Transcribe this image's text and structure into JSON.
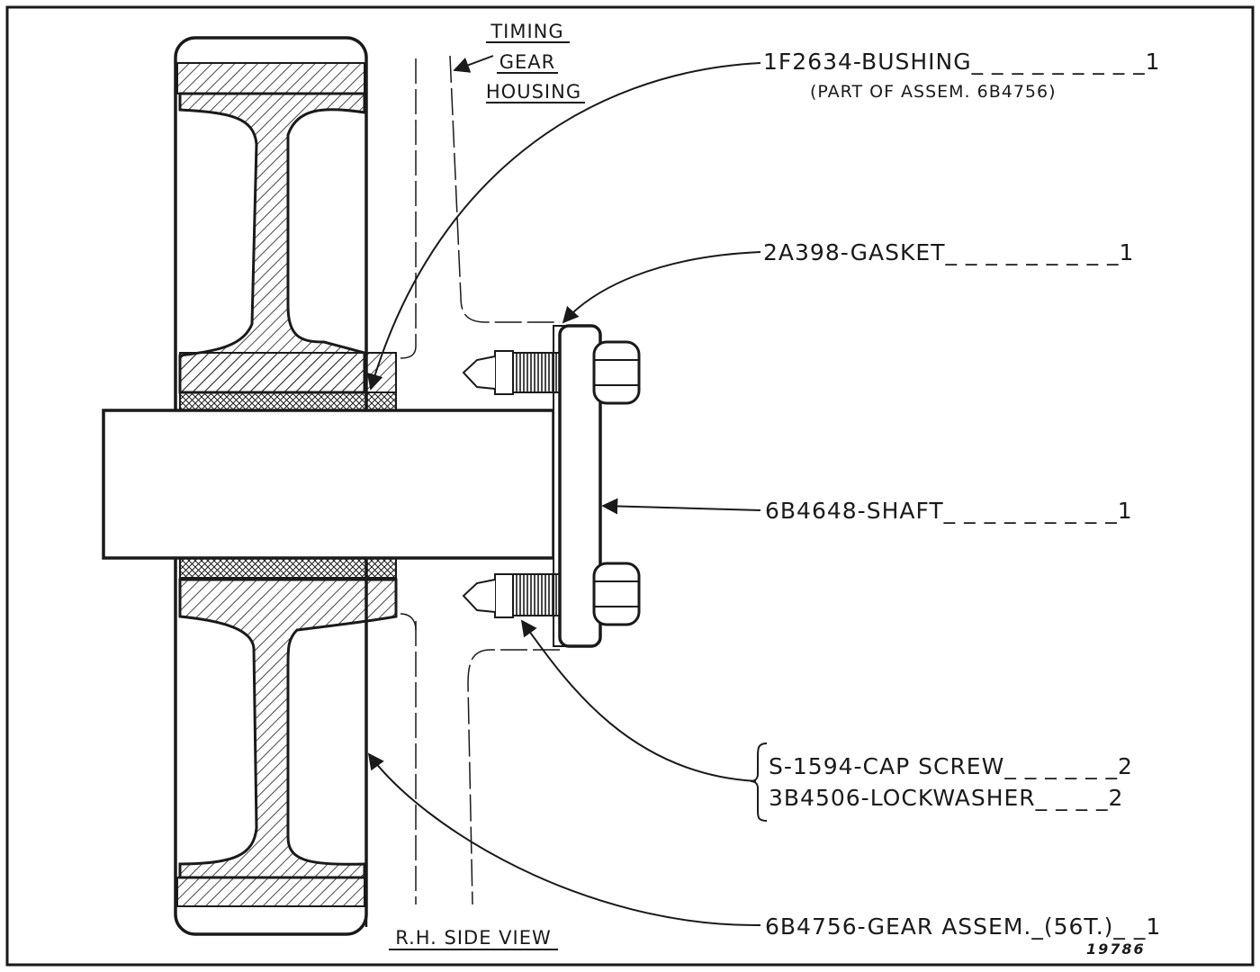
{
  "view_title": "R.H. SIDE VIEW",
  "drawing_number": "19786",
  "housing_label": [
    "TIMING",
    "GEAR",
    "HOUSING"
  ],
  "callouts": {
    "bushing": {
      "text": "1F2634-BUSHING_ _ _ _ _ _ _ _ _1",
      "note": "(PART OF ASSEM. 6B4756)"
    },
    "gasket": {
      "text": "2A398-GASKET_ _ _ _ _ _ _ _ _1"
    },
    "shaft": {
      "text": "6B4648-SHAFT_ _ _ _ _ _ _ _ _1"
    },
    "cap_screw": {
      "text": "S-1594-CAP SCREW_ _ _ _ _ _2"
    },
    "lockwasher": {
      "text": "3B4506-LOCKWASHER_ _ _ _2"
    },
    "gear": {
      "text": "6B4756-GEAR ASSEM._(56T.)_ _1"
    }
  }
}
